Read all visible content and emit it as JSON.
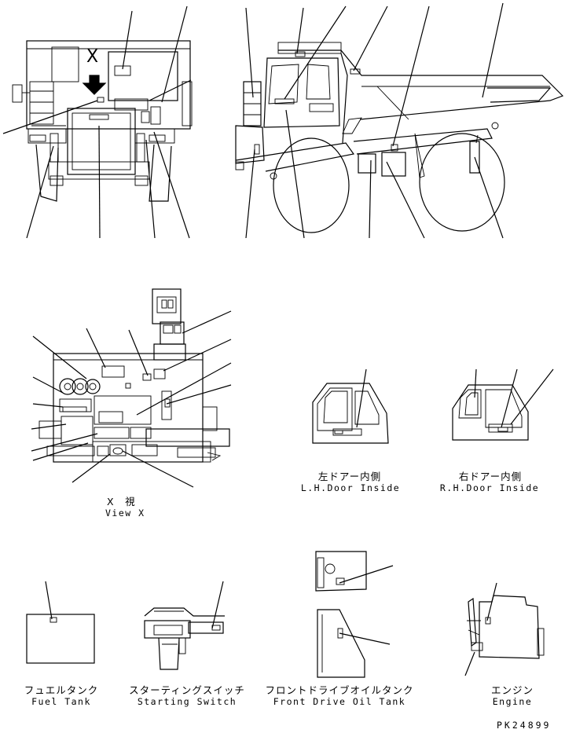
{
  "marker_letter": "X",
  "view": {
    "jp": "X　視",
    "en": "View X"
  },
  "lh_door": {
    "jp": "左ドアー内側",
    "en": "L.H.Door Inside"
  },
  "rh_door": {
    "jp": "右ドアー内側",
    "en": "R.H.Door Inside"
  },
  "fuel_tank": {
    "jp": "フュエルタンク",
    "en": "Fuel Tank"
  },
  "starting_switch": {
    "jp": "スターティングスイッチ",
    "en": "Starting Switch"
  },
  "front_drive_oil_tank": {
    "jp": "フロントドライブオイルタンク",
    "en": "Front Drive Oil Tank"
  },
  "engine": {
    "jp": "エンジン",
    "en": "Engine"
  },
  "drawing_number": "PK24899"
}
